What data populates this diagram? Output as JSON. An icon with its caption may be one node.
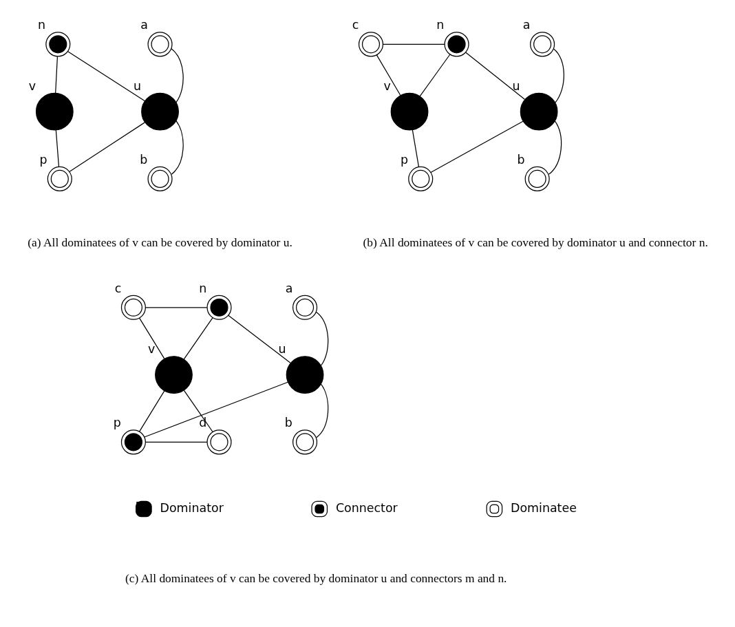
{
  "diagram": {
    "nodes": [
      {
        "text": [],
        "shape": "ring",
        "beside": [
          "a"
        ]
      },
      {
        "text": [],
        "shape": "bullseye",
        "beside": [
          "n"
        ]
      },
      {
        "text": [],
        "shape": "disc",
        "beside": [
          "u"
        ]
      },
      {
        "text": [],
        "shape": "disc",
        "beside": [
          "v"
        ]
      },
      {
        "text": [],
        "shape": "ring",
        "beside": [
          "b"
        ]
      },
      {
        "text": [],
        "shape": "ring",
        "beside": [
          "p"
        ]
      },
      {
        "text": [],
        "shape": "ring",
        "beside": [
          "a"
        ]
      },
      {
        "text": [],
        "shape": "bullseye",
        "beside": [
          "n"
        ]
      },
      {
        "text": [],
        "shape": "ring",
        "beside": [
          "c"
        ]
      },
      {
        "text": [],
        "shape": "disc",
        "beside": [
          "u"
        ]
      },
      {
        "text": [],
        "shape": "disc",
        "beside": [
          "v"
        ]
      },
      {
        "text": [],
        "shape": "ring",
        "beside": [
          "b"
        ]
      },
      {
        "text": [],
        "shape": "ring",
        "beside": [
          "p"
        ]
      },
      {
        "text": [],
        "shape": "ring",
        "beside": [
          "a"
        ]
      },
      {
        "text": [],
        "shape": "bullseye",
        "beside": [
          "n"
        ]
      },
      {
        "text": [],
        "shape": "ring",
        "beside": [
          "c"
        ]
      },
      {
        "text": [],
        "shape": "disc",
        "beside": [
          "u"
        ]
      },
      {
        "text": [],
        "shape": "disc",
        "beside": [
          "v"
        ]
      },
      {
        "text": [],
        "shape": "ring",
        "beside": [
          "b"
        ]
      },
      {
        "text": [],
        "shape": "bullseye",
        "beside": [
          "p"
        ]
      },
      {
        "text": [],
        "shape": "ring",
        "beside": [
          "d"
        ]
      }
    ],
    "edges": [
      {
        "from": 0,
        "to": 2,
        "arrow": "none"
      },
      {
        "from": 4,
        "to": 2,
        "arrow": "none"
      },
      {
        "from": 2,
        "to": 1,
        "arrow": "none"
      },
      {
        "from": 2,
        "to": 5,
        "arrow": "none"
      },
      {
        "from": 1,
        "to": 3,
        "arrow": "none"
      },
      {
        "from": 5,
        "to": 3,
        "arrow": "none"
      },
      {
        "from": 6,
        "to": 9,
        "arrow": "none"
      },
      {
        "from": 11,
        "to": 9,
        "arrow": "none"
      },
      {
        "from": 9,
        "to": 7,
        "arrow": "none"
      },
      {
        "from": 9,
        "to": 12,
        "arrow": "none"
      },
      {
        "from": 7,
        "to": 8,
        "arrow": "none"
      },
      {
        "from": 8,
        "to": 10,
        "arrow": "none"
      },
      {
        "from": 7,
        "to": 10,
        "arrow": "none"
      },
      {
        "from": 12,
        "to": 10,
        "arrow": "none"
      },
      {
        "from": 13,
        "to": 16,
        "arrow": "none"
      },
      {
        "from": 18,
        "to": 16,
        "arrow": "none"
      },
      {
        "from": 16,
        "to": 14,
        "arrow": "none"
      },
      {
        "from": 16,
        "to": 19,
        "arrow": "none"
      },
      {
        "from": 14,
        "to": 15,
        "arrow": "none"
      },
      {
        "from": 15,
        "to": 17,
        "arrow": "none"
      },
      {
        "from": 14,
        "to": 17,
        "arrow": "none"
      },
      {
        "from": 19,
        "to": 17,
        "arrow": "none"
      },
      {
        "from": 19,
        "to": 20,
        "arrow": "none"
      },
      {
        "from": 20,
        "to": 17,
        "arrow": "none"
      }
    ],
    "labels": [
      "(a) All dominatees of v can be covered by dominator u.",
      "(b) All dominatees of v can be covered by dominator u and connector n.",
      "(c) All dominatees of v can be covered by dominator u and connectors m and n."
    ],
    "legend": [
      {
        "text": "Dominator"
      },
      {
        "text": "Connector"
      },
      {
        "text": "Dominatee"
      }
    ]
  }
}
